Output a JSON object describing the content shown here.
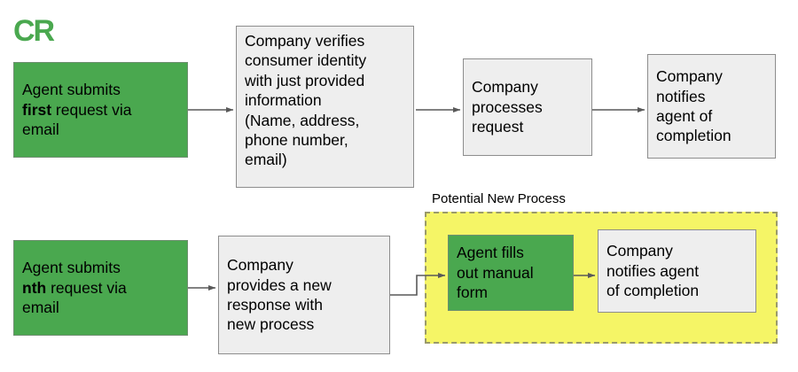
{
  "logo": {
    "text": "CR",
    "color": "#4aa84f"
  },
  "colors": {
    "green": "#4aa84f",
    "grey": "#eeeeee",
    "grey_border": "#8d8d8d",
    "yellow": "#f5f566",
    "yellow_border": "#9a9a6a",
    "arrow": "#595959"
  },
  "flow_top": {
    "name": "current-process-row",
    "nodes": [
      {
        "id": "agent-submits-first-request",
        "style": "green",
        "text_before": "Agent submits\n",
        "bold": "first",
        "text_after": " request via\nemail"
      },
      {
        "id": "company-verifies-identity",
        "style": "grey",
        "text": "Company verifies\nconsumer identity\nwith just provided\ninformation\n(Name, address,\nphone number,\nemail)"
      },
      {
        "id": "company-processes-request",
        "style": "grey",
        "text": "Company\nprocesses\nrequest"
      },
      {
        "id": "company-notifies-agent-top",
        "style": "grey",
        "text": "Company\nnotifies\nagent of\ncompletion"
      }
    ]
  },
  "flow_bottom": {
    "name": "repeat-request-row",
    "nodes": [
      {
        "id": "agent-submits-nth-request",
        "style": "green",
        "text_before": "Agent submits\n",
        "bold": "nth",
        "text_after": " request via\nemail"
      },
      {
        "id": "company-provides-new-response",
        "style": "grey",
        "text": "Company\nprovides a new\nresponse with\nnew process"
      },
      {
        "id": "agent-fills-manual-form",
        "style": "green",
        "text": "Agent fills\nout manual\nform"
      },
      {
        "id": "company-notifies-agent-bottom",
        "style": "grey",
        "text": "Company\nnotifies agent\nof completion"
      }
    ]
  },
  "group": {
    "id": "potential-new-process-group",
    "label": "Potential New Process"
  }
}
